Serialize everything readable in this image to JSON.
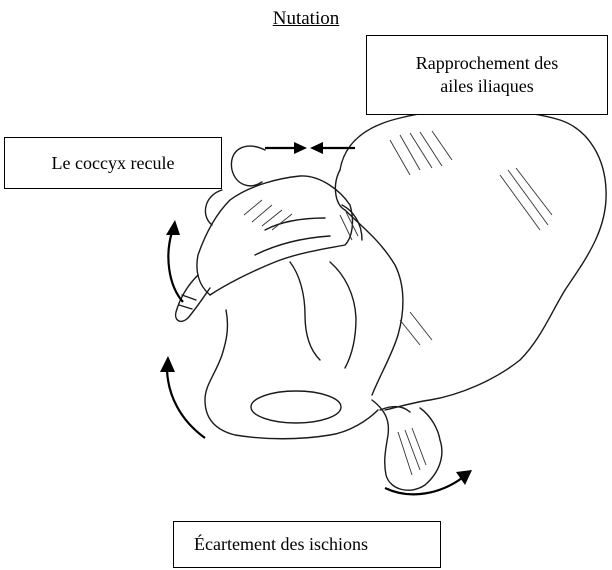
{
  "diagram": {
    "title": "Nutation",
    "callouts": {
      "iliac": {
        "line1": "Rapprochement des",
        "line2": "ailes iliaques"
      },
      "coccyx": "Le coccyx recule",
      "ischia": "Écartement des ischions"
    }
  }
}
